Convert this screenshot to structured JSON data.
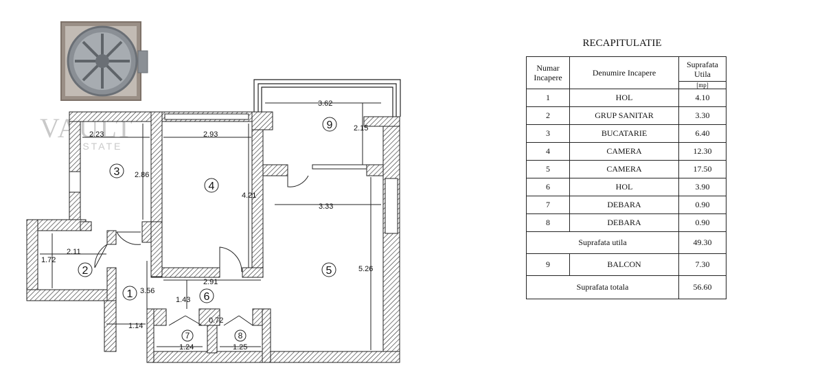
{
  "logo": {
    "word": "VAULT",
    "sub": "ESTATE"
  },
  "plan": {
    "rooms": [
      "1",
      "2",
      "3",
      "4",
      "5",
      "6",
      "7",
      "8",
      "9"
    ],
    "dims": {
      "d223": "2.23",
      "d293": "2.93",
      "d362": "3.62",
      "d215": "2.15",
      "d286": "2.86",
      "d421": "4.21",
      "d333": "3.33",
      "d526": "5.26",
      "d211": "2.11",
      "d172": "1.72",
      "d356": "3.56",
      "d291": "2.91",
      "d143": "1.43",
      "d072": "0.72",
      "d114": "1.14",
      "d124": "1.24",
      "d125": "1.25"
    }
  },
  "recap": {
    "title": "RECAPITULATIE",
    "headers": {
      "num": "Numar Incapere",
      "name": "Denumire Incapere",
      "area": "Suprafata Utila",
      "unit": "[mp]"
    },
    "rows": [
      {
        "num": "1",
        "name": "HOL",
        "area": "4.10"
      },
      {
        "num": "2",
        "name": "GRUP SANITAR",
        "area": "3.30"
      },
      {
        "num": "3",
        "name": "BUCATARIE",
        "area": "6.40"
      },
      {
        "num": "4",
        "name": "CAMERA",
        "area": "12.30"
      },
      {
        "num": "5",
        "name": "CAMERA",
        "area": "17.50"
      },
      {
        "num": "6",
        "name": "HOL",
        "area": "3.90"
      },
      {
        "num": "7",
        "name": "DEBARA",
        "area": "0.90"
      },
      {
        "num": "8",
        "name": "DEBARA",
        "area": "0.90"
      }
    ],
    "utila": {
      "label": "Suprafata utila",
      "value": "49.30"
    },
    "balcon": {
      "num": "9",
      "name": "BALCON",
      "area": "7.30"
    },
    "totala": {
      "label": "Suprafata totala",
      "value": "56.60"
    }
  }
}
